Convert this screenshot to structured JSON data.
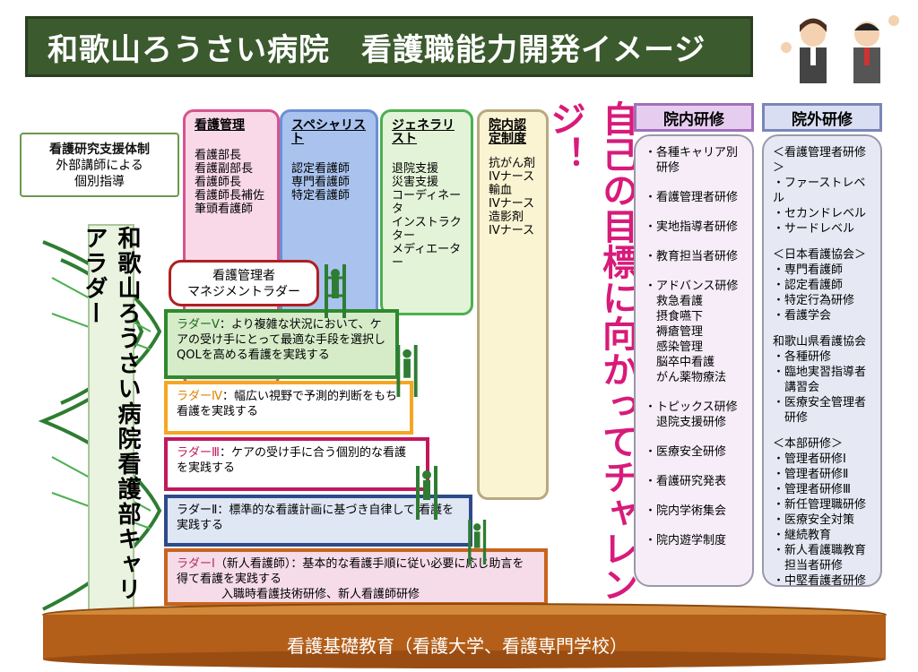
{
  "title": "和歌山ろうさい病院　看護職能力開発イメージ",
  "support": {
    "title": "看護研究支援体制",
    "lines": [
      "外部講師による",
      "個別指導"
    ]
  },
  "left_vertical": "和歌山ろうさい病院看護部キャリアラダー",
  "categories": [
    {
      "title": "看護管理",
      "items": "看護部長\n看護副部長\n看護師長\n看護師長補佐\n筆頭看護師",
      "color": "#f9d9e8",
      "border": "#d6548f"
    },
    {
      "title": "スペシャリスト",
      "items": "認定看護師\n専門看護師\n特定看護師",
      "color": "#a9c3ee",
      "border": "#6c8fd4"
    },
    {
      "title": "ジェネラリスト",
      "items": "退院支援\n災害支援\nコーディネータ\nインストラクター\nメディエーター",
      "color": "#e3f3d8",
      "border": "#4caf50"
    },
    {
      "title": "院内認定制度",
      "items": "抗がん剤\nIVナース\n輸血\nIVナース\n造影剤\nIVナース",
      "color": "#fbf4d2",
      "border": "#b8a980"
    }
  ],
  "manager_ladder": "看護管理者\nマネジメントラダー",
  "ladders": [
    {
      "level": "ラダーⅤ",
      "text": "：より複雑な状況において、ケアの受け手にとって最適な手段を選択しQOLを高める看護を実践する"
    },
    {
      "level": "ラダーⅣ",
      "text": "：幅広い視野で予測的判断をもち看護を実践する"
    },
    {
      "level": "ラダーⅢ",
      "text": "：ケアの受け手に合う個別的な看護を実践する"
    },
    {
      "level": "ラダーⅡ",
      "text": "：標準的な看護計画に基づき自律して 看護を実践する"
    },
    {
      "level": "ラダーⅠ",
      "text": "（新人看護師）：基本的な看護手順に従い必要に応じ助言を得て看護を実践する",
      "sub": "入職時看護技術研修、新人看護師研修"
    }
  ],
  "challenge": "自己の目標に向かってチャレンジ！",
  "in_hospital": {
    "header": "院内研修",
    "items": [
      "・各種キャリア別\n　研修",
      "・看護管理者研修",
      "・実地指導者研修",
      "・教育担当者研修",
      "・アドバンス研修\n　救急看護\n　摂食嚥下\n　褥瘡管理\n　感染管理\n　脳卒中看護\n　がん薬物療法",
      "・トピックス研修\n　退院支援研修",
      "・医療安全研修",
      "・看護研究発表",
      "・院内学術集会",
      "・院内遊学制度"
    ]
  },
  "external": {
    "header": "院外研修",
    "items": [
      "＜看護管理者研修＞\n・ファーストレベル\n・セカンドレベル\n・サードレベル",
      "＜日本看護協会＞\n・専門看護師\n・認定看護師\n・特定行為研修\n・看護学会",
      "和歌山県看護協会\n・各種研修\n・臨地実習指導者\n　講習会\n・医療安全管理者\n　研修",
      "＜本部研修＞\n・管理者研修Ⅰ\n・管理者研修Ⅱ\n・管理者研修Ⅲ\n・新任管理職研修\n・医療安全対策\n・継続教育\n・新人看護職教育\n　担当者研修\n・中堅看護者研修"
    ]
  },
  "base": "看護基礎教育（看護大学、看護専門学校）"
}
